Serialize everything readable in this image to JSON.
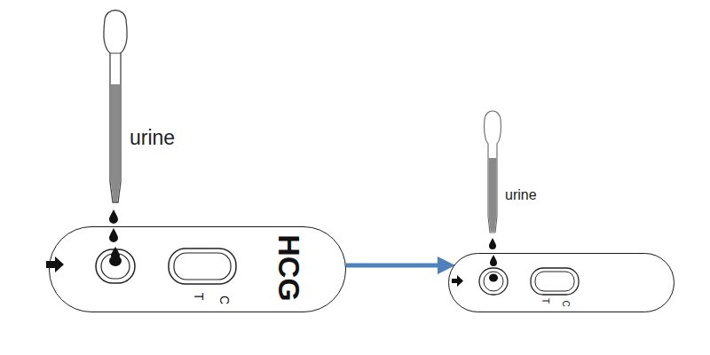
{
  "diagram": {
    "nodes": [
      {
        "text": [
          "C",
          "T",
          "HCG"
        ]
      },
      {
        "text": [
          "C",
          "T"
        ]
      }
    ],
    "edges": [
      {
        "from": 0,
        "to": 1,
        "arrow": "to"
      }
    ],
    "labels": [
      "urine",
      "urine"
    ]
  }
}
